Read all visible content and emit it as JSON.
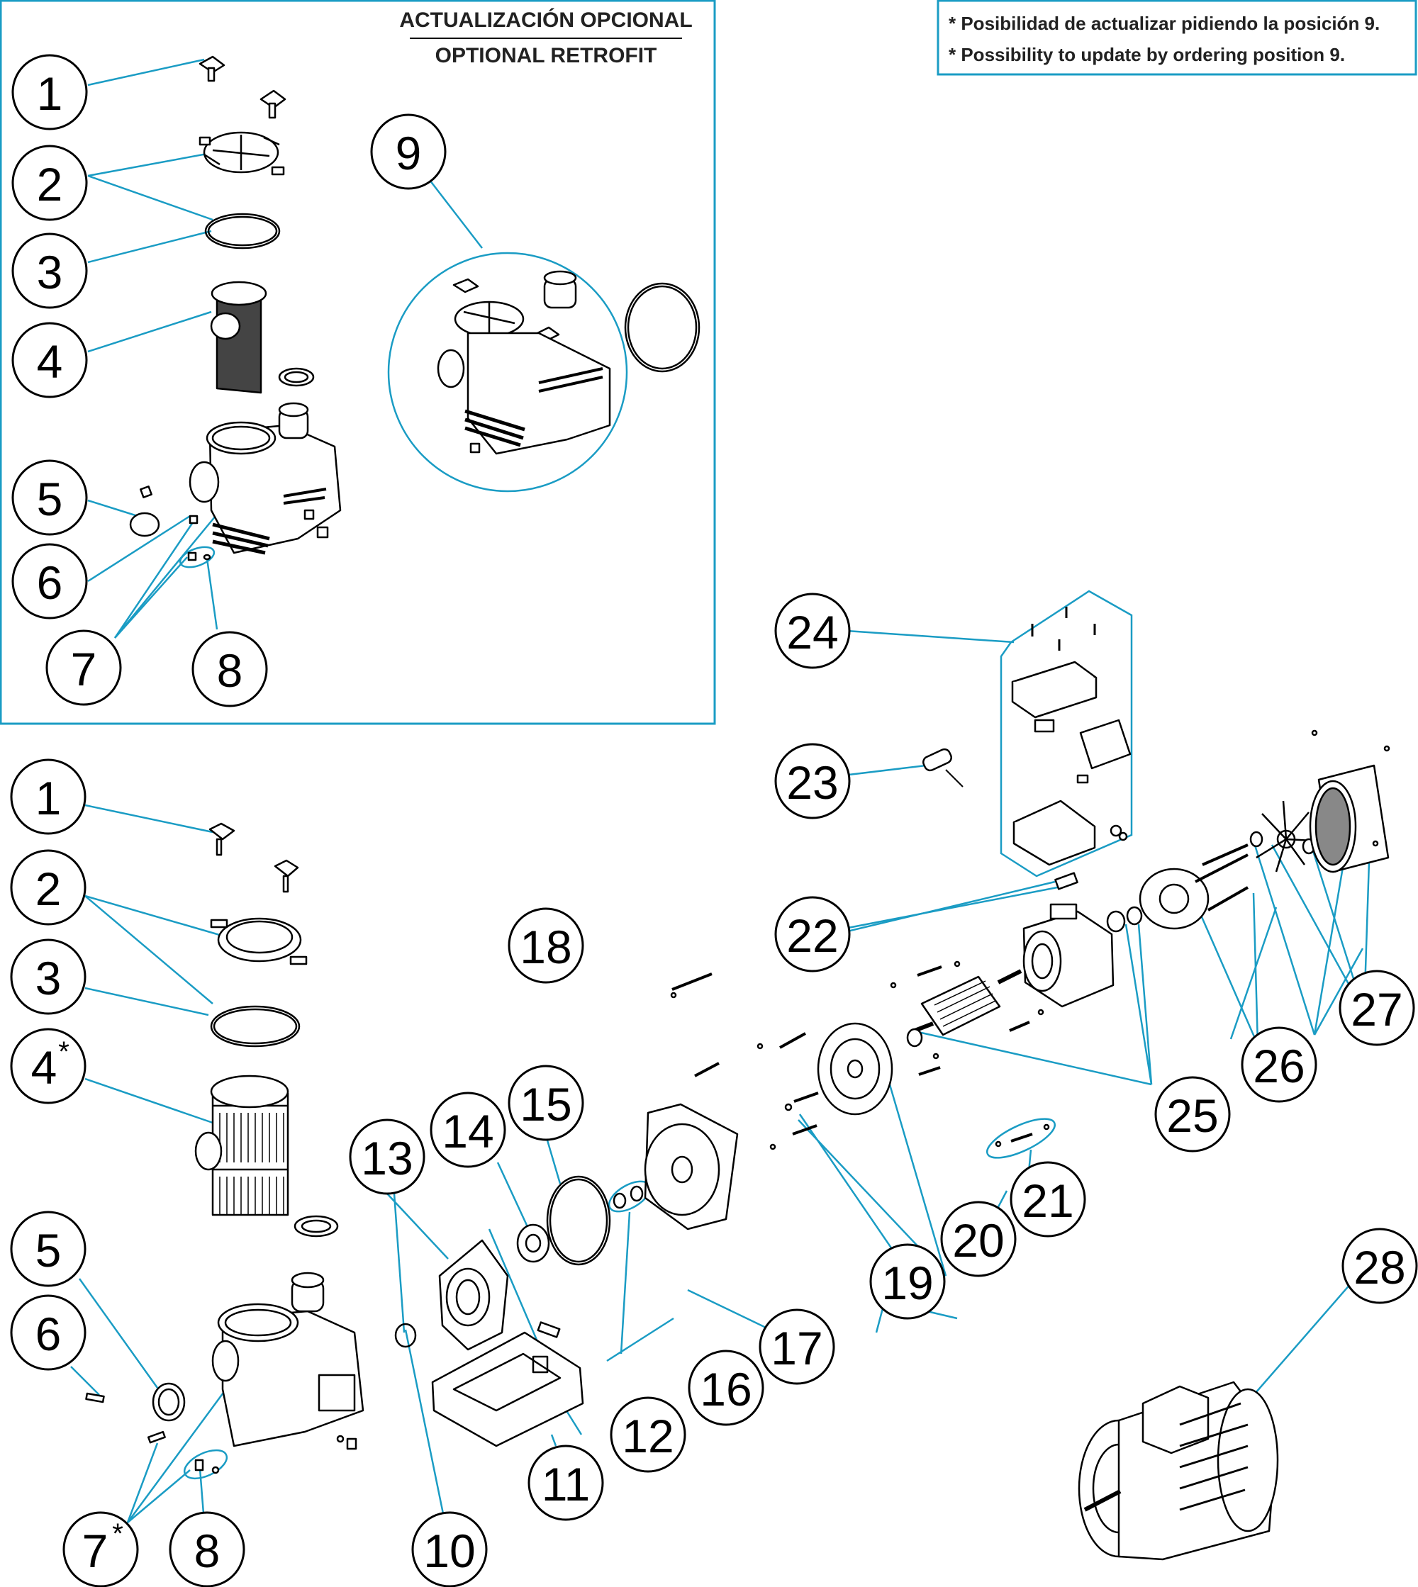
{
  "retrofit_box": {
    "title_es": "ACTUALIZACIÓN OPCIONAL",
    "title_en": "OPTIONAL RETROFIT"
  },
  "note": {
    "line_es": "* Posibilidad de actualizar pidiendo la posición 9.",
    "line_en": "* Possibility to update by ordering position 9."
  },
  "retrofit_callouts": [
    "1",
    "2",
    "3",
    "4",
    "5",
    "6",
    "7",
    "8",
    "9"
  ],
  "main_callouts": [
    "1",
    "2",
    "3",
    "4",
    "*",
    "5",
    "6",
    "7",
    "*",
    "8",
    "10",
    "11",
    "12",
    "13",
    "14",
    "15",
    "16",
    "17",
    "18",
    "19",
    "20",
    "21",
    "22",
    "23",
    "24",
    "25",
    "26",
    "27",
    "28"
  ],
  "colors": {
    "leader": "#1a9cc4",
    "outline": "#000000",
    "box_border": "#1a9cc4"
  }
}
